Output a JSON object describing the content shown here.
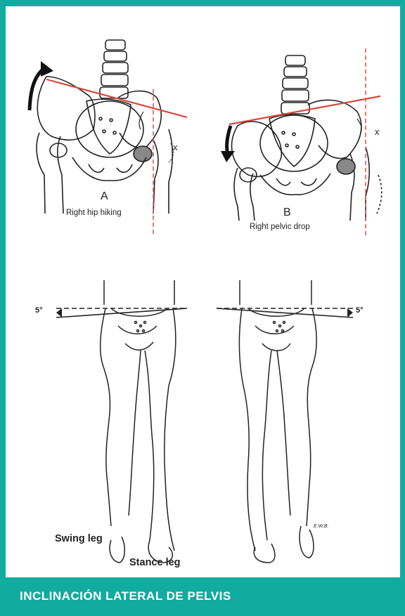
{
  "colors": {
    "frame": "#12ab9f",
    "line_red": "#d9463e",
    "dashed_red": "#e25a4e",
    "ink": "#222222"
  },
  "panel_a": {
    "letter": "A",
    "caption": "Right hip hiking"
  },
  "panel_b": {
    "letter": "B",
    "caption": "Right pelvic drop"
  },
  "bottom": {
    "angle_left": "5°",
    "angle_right": "5°",
    "swing_label": "Swing leg",
    "stance_label": "Stance leg",
    "signature": "E.W.B."
  },
  "title": "INCLINACIÓN LATERAL DE PELVIS"
}
